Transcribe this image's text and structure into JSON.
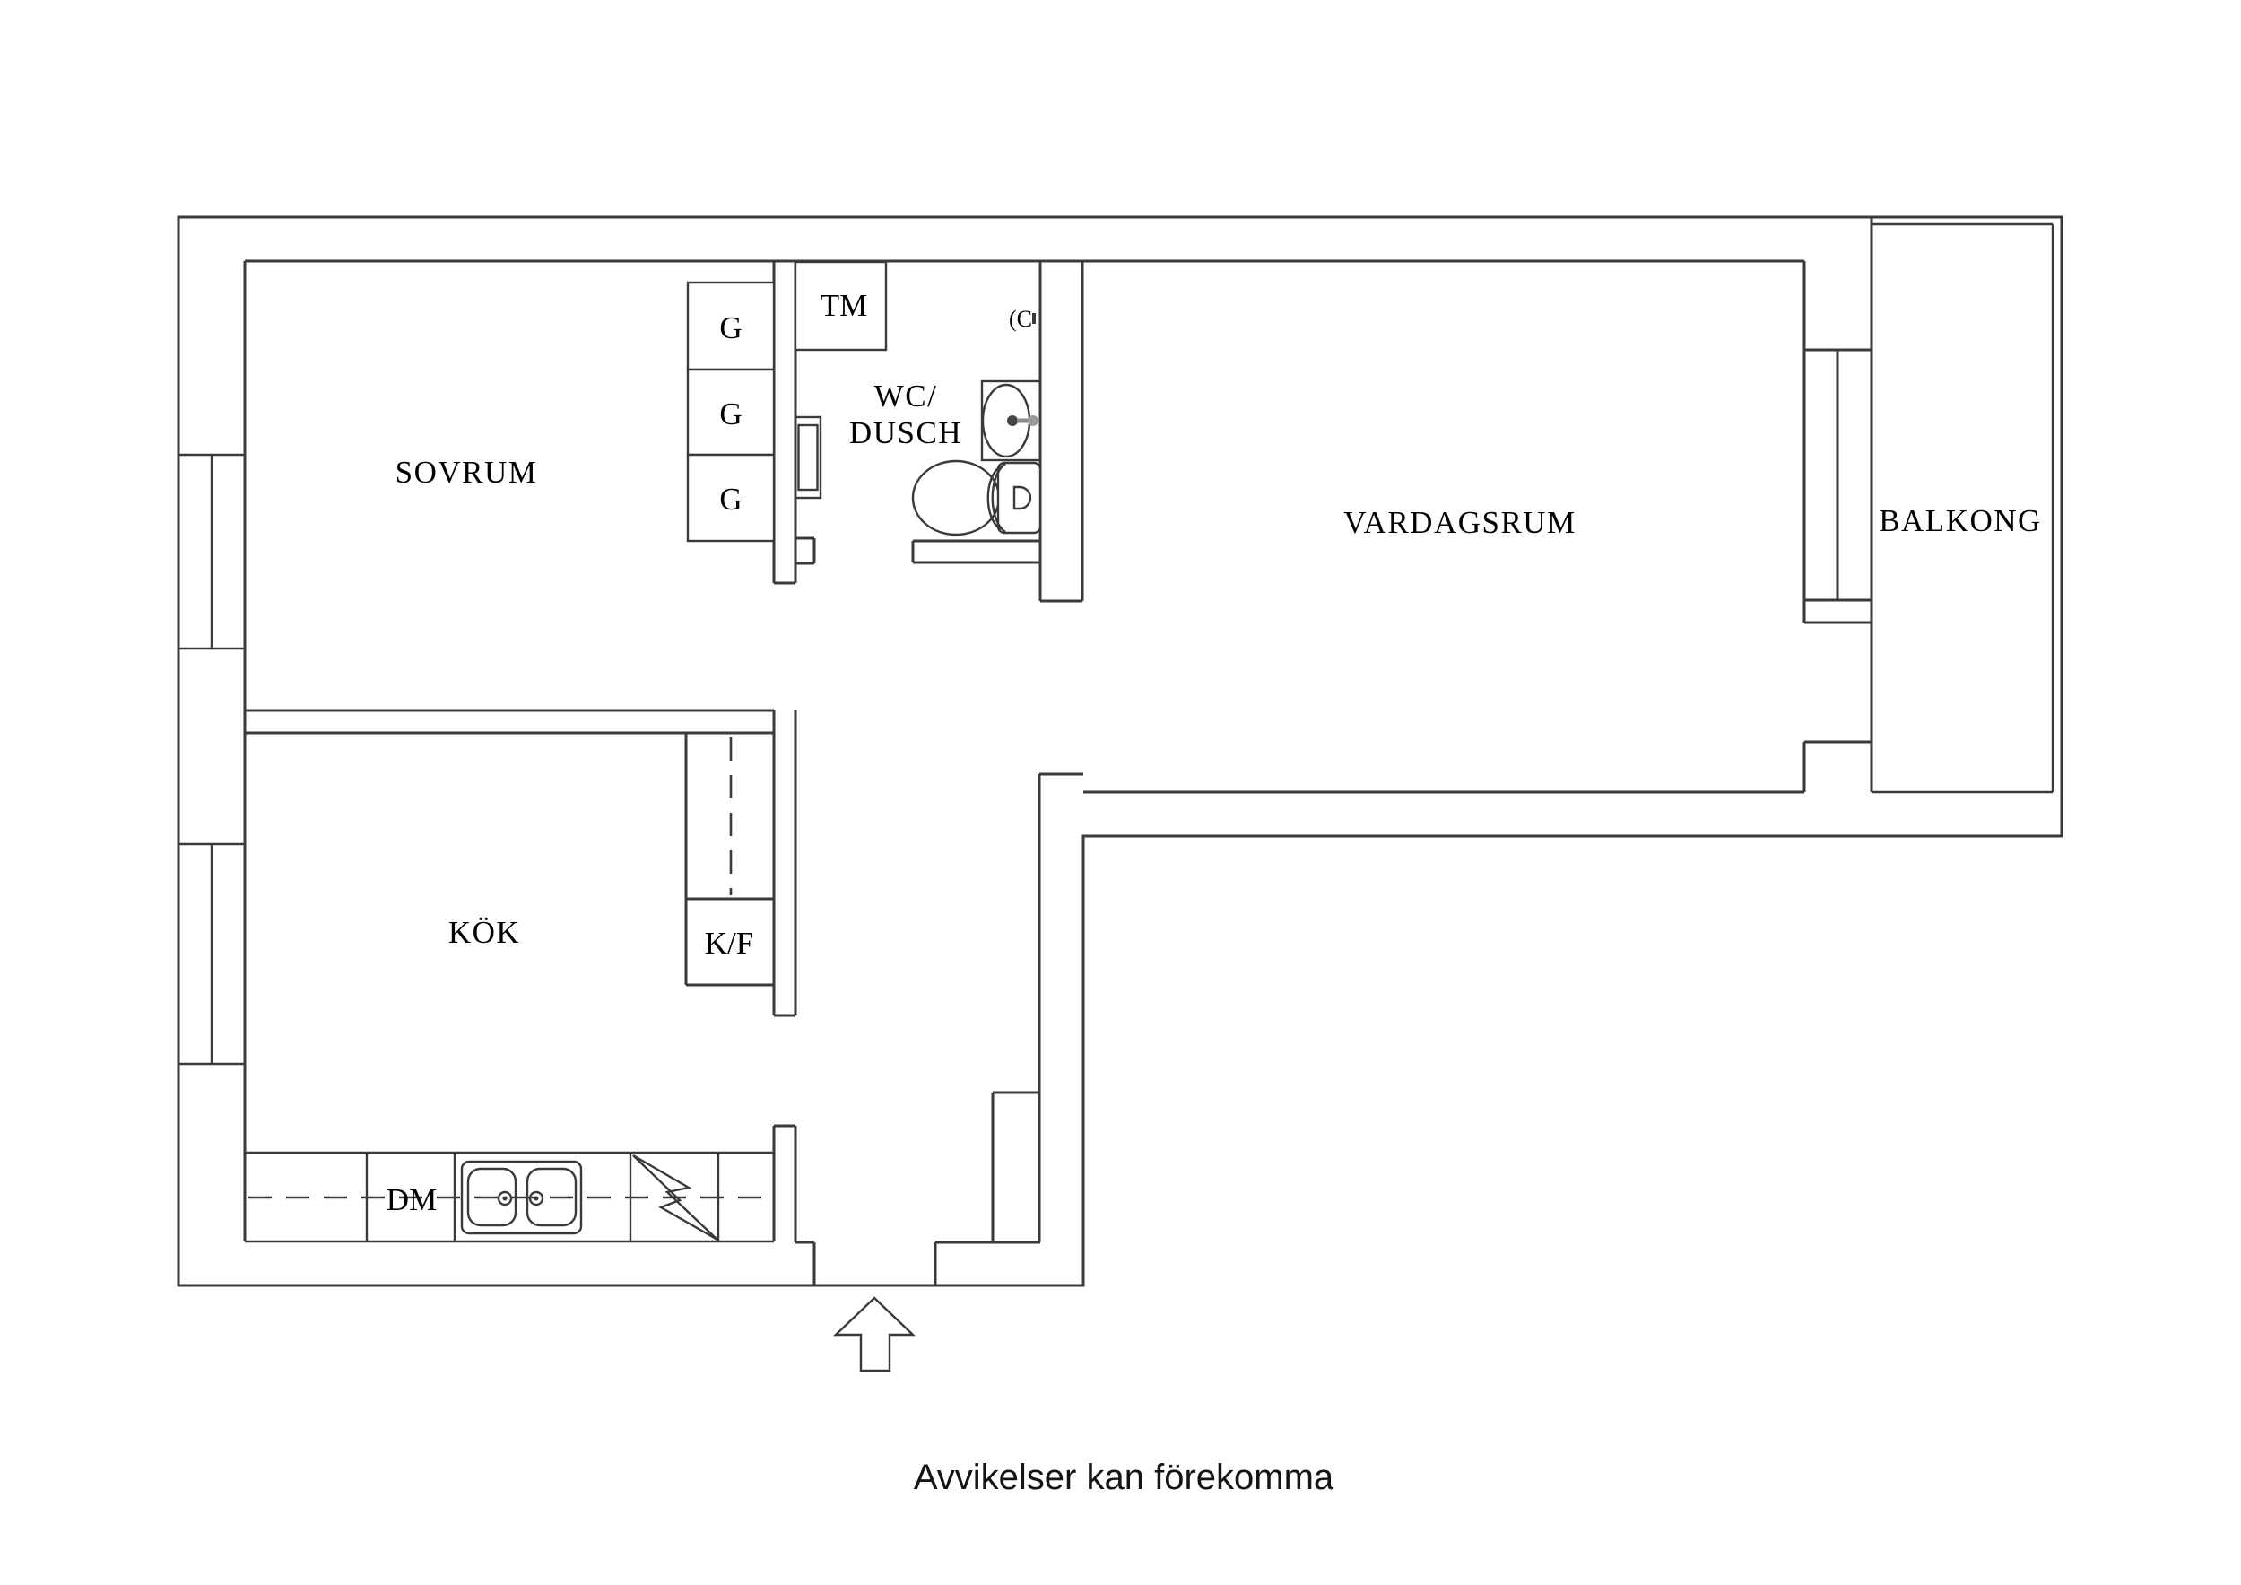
{
  "floor_plan": {
    "colors": {
      "background": "#ffffff",
      "line": "#3a3a3a",
      "text": "#000000"
    },
    "rooms": {
      "sovrum": "SOVRUM",
      "kok": "KÖK",
      "vardagsrum": "VARDAGSRUM",
      "balkong": "BALKONG",
      "wc_line1": "WC/",
      "wc_line2": "DUSCH"
    },
    "fixtures": {
      "closet": "G",
      "washing_machine": "TM",
      "fridge_freezer": "K/F",
      "dishwasher": "DM",
      "wc_wall_symbol": "(C"
    },
    "footer_note": "Avvikelser kan förekomma"
  }
}
